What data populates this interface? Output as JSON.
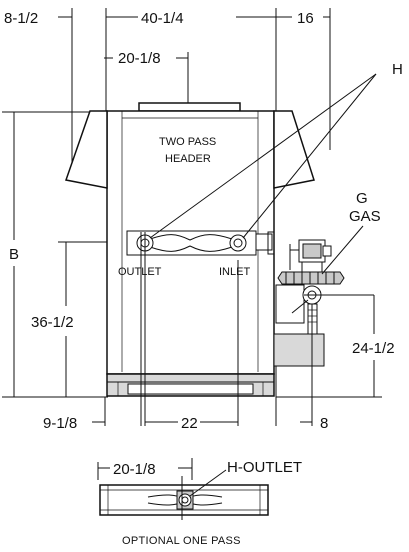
{
  "dimensions": {
    "top_left": "8-1/2",
    "top_width": "40-1/4",
    "top_right": "16",
    "header_offset": "20-1/8",
    "height_b": "B",
    "connection_height": "36-1/2",
    "gas_height": "24-1/2",
    "bottom_left": "9-1/8",
    "bottom_mid": "22",
    "bottom_right": "8",
    "one_pass_offset": "20-1/8"
  },
  "labels": {
    "h": "H",
    "g": "G",
    "gas": "GAS",
    "two_pass": "TWO PASS",
    "header": "HEADER",
    "outlet": "OUTLET",
    "inlet": "INLET",
    "h_outlet": "H-OUTLET",
    "caption": "OPTIONAL ONE PASS"
  }
}
